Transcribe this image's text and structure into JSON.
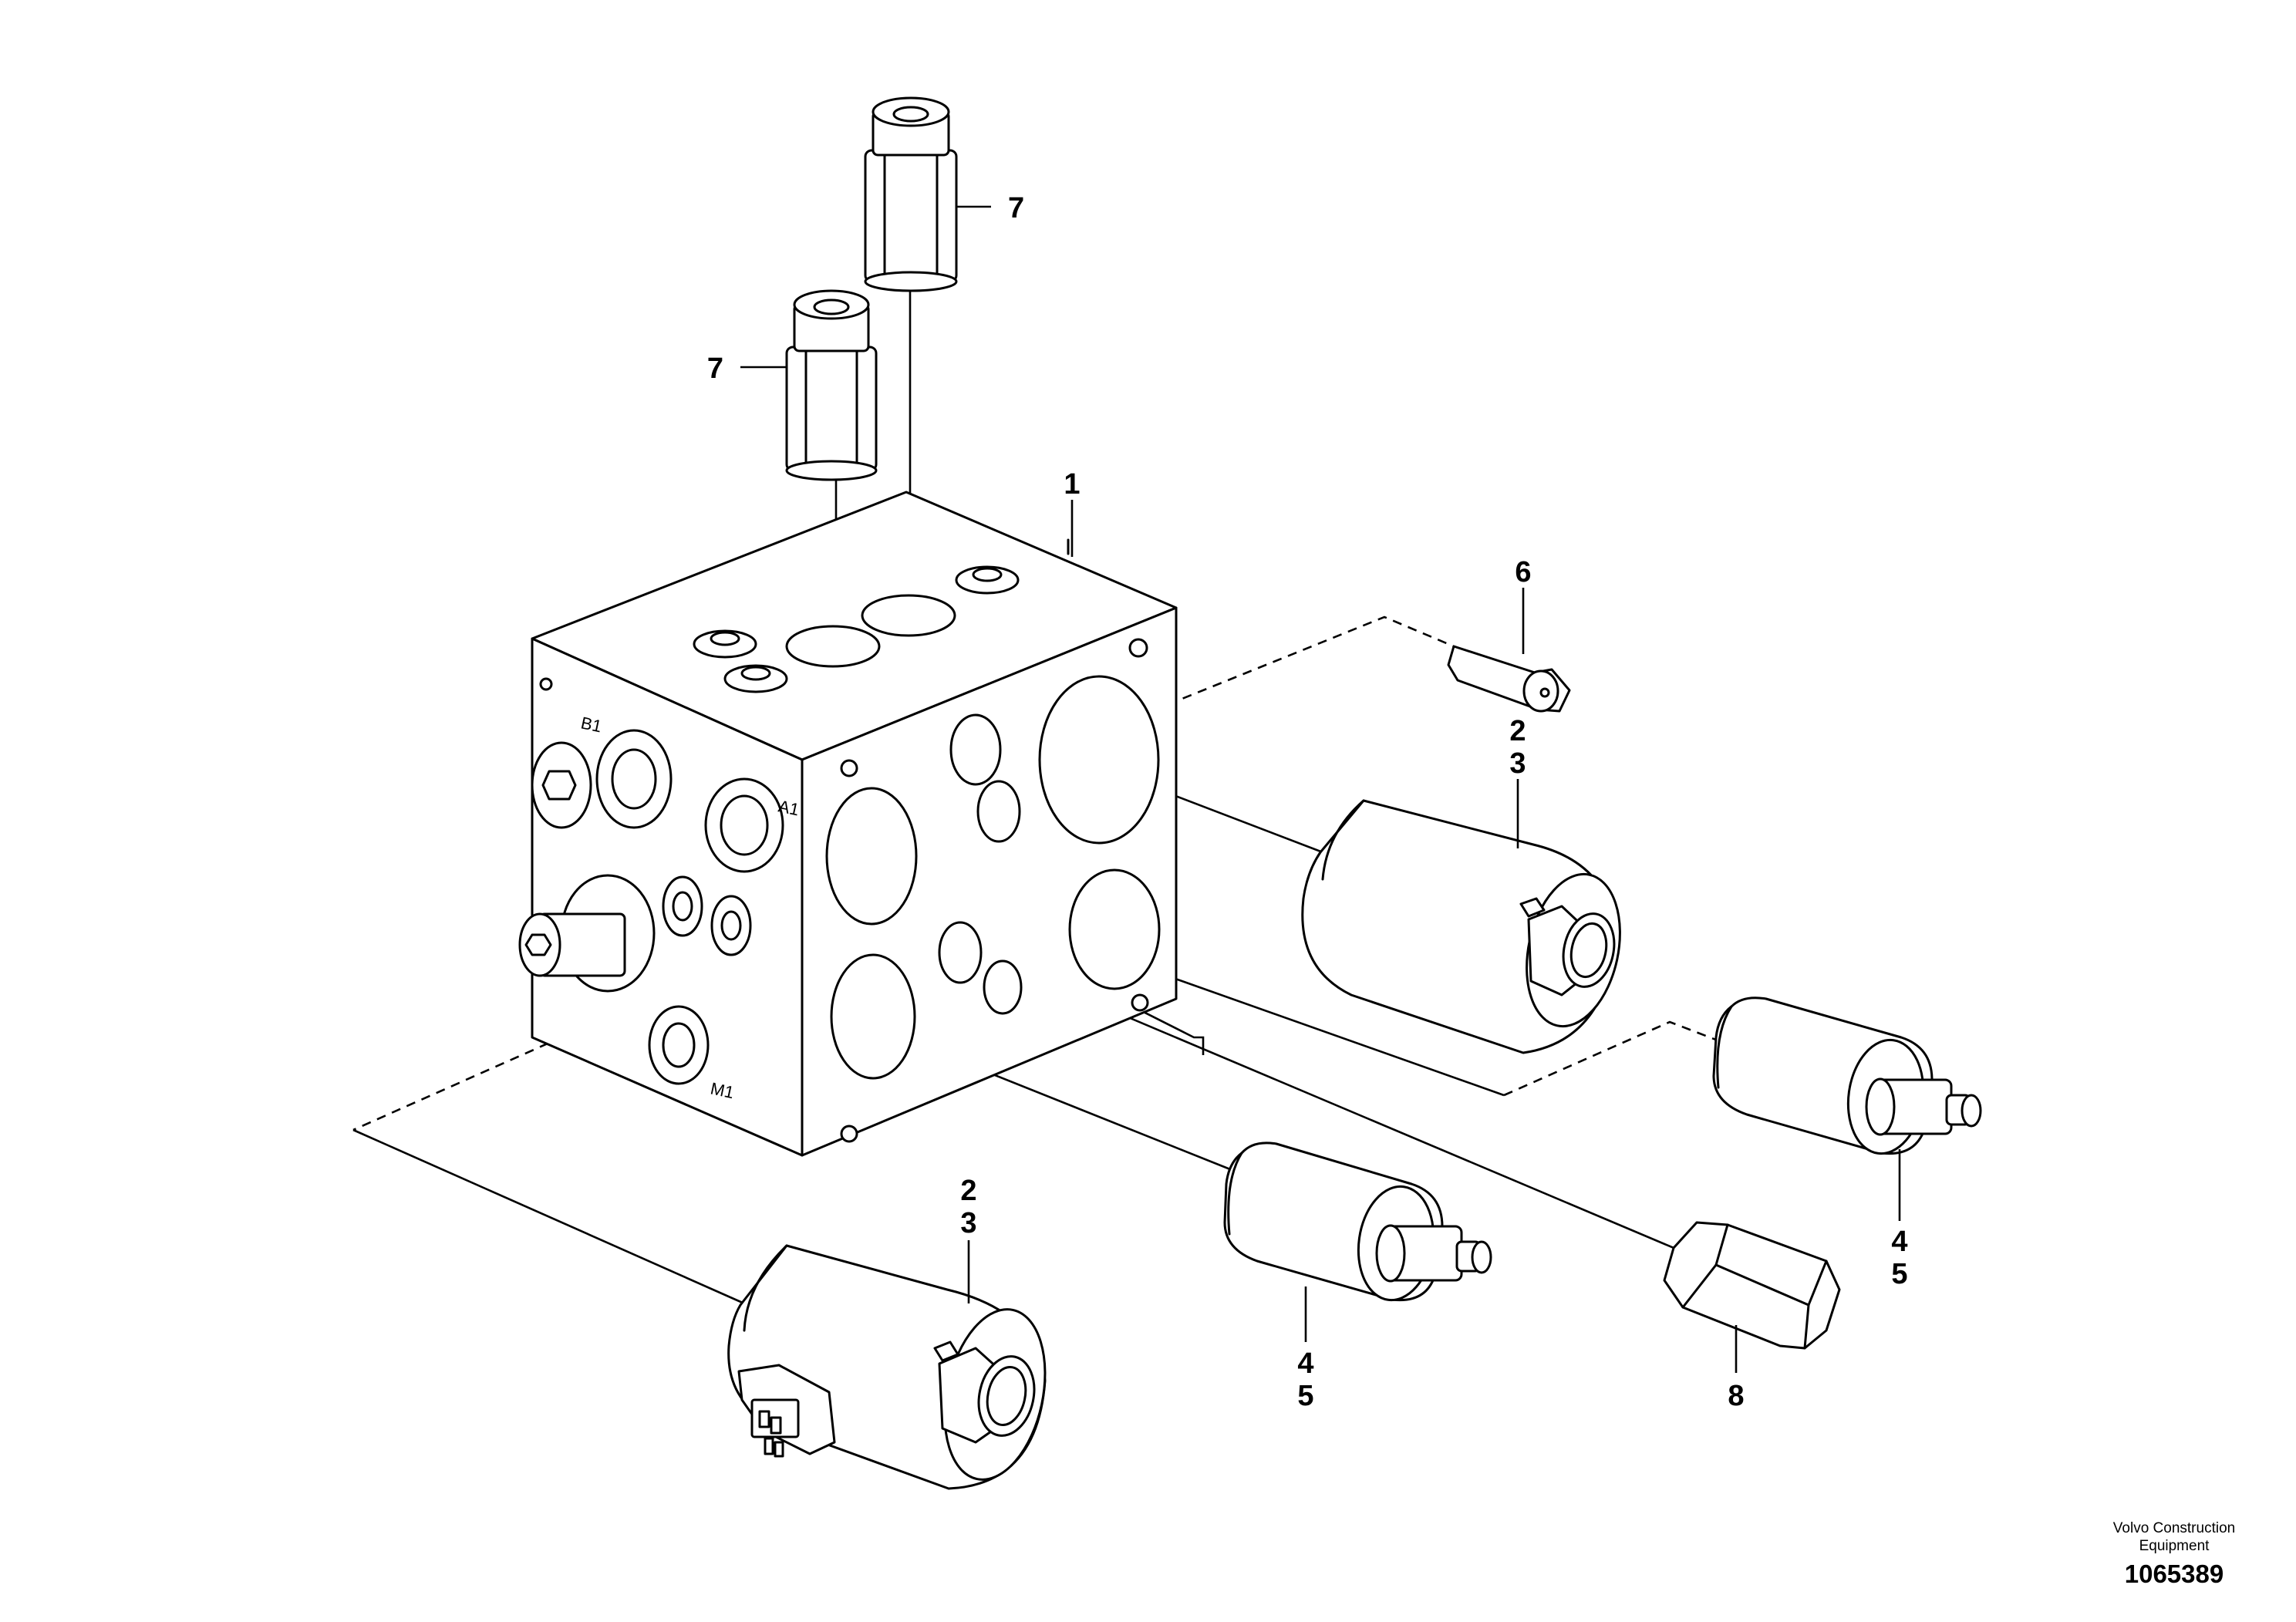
{
  "callouts": {
    "block": "1",
    "coil_a_top": "2",
    "coil_a_bottom": "3",
    "coil_b_top": "2",
    "coil_b_bottom": "3",
    "spool_a_top": "4",
    "spool_a_bottom": "5",
    "spool_b_top": "4",
    "spool_b_bottom": "5",
    "small_plug": "6",
    "valve_upper": "7",
    "valve_lower": "7",
    "hex_plug": "8"
  },
  "port_labels": {
    "b1": "B1",
    "a1": "A1",
    "m1": "M1"
  },
  "footer": {
    "publisher_line1": "Volvo Construction",
    "publisher_line2": "Equipment",
    "document_number": "1065389"
  }
}
